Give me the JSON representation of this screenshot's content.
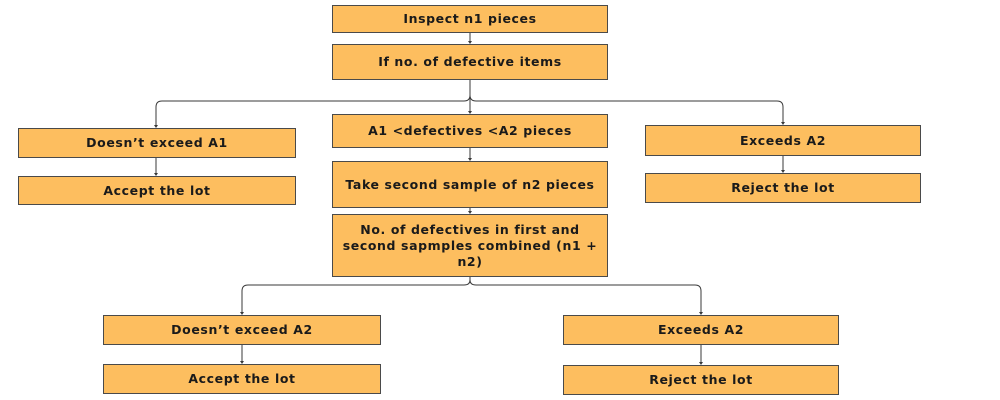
{
  "nodes": {
    "inspect": "Inspect n1 pieces",
    "if_defective": "If no. of defective items",
    "doesnt_exceed_a1": "Doesn’t exceed A1",
    "accept_lot_1": "Accept the lot",
    "between_a1_a2": "A1 <defectives <A2 pieces",
    "take_second_sample": "Take second sample of n2 pieces",
    "combined_defectives": "No. of defectives in first and second sapmples combined (n1 + n2)",
    "exceeds_a2_top": "Exceeds A2",
    "reject_lot_1": "Reject the lot",
    "doesnt_exceed_a2": "Doesn’t exceed A2",
    "accept_lot_2": "Accept the lot",
    "exceeds_a2_bottom": "Exceeds A2",
    "reject_lot_2": "Reject the lot"
  },
  "colors": {
    "box_fill": "#FDBE5F",
    "box_border": "#4a4a4a",
    "connector": "#3a3a3a"
  }
}
